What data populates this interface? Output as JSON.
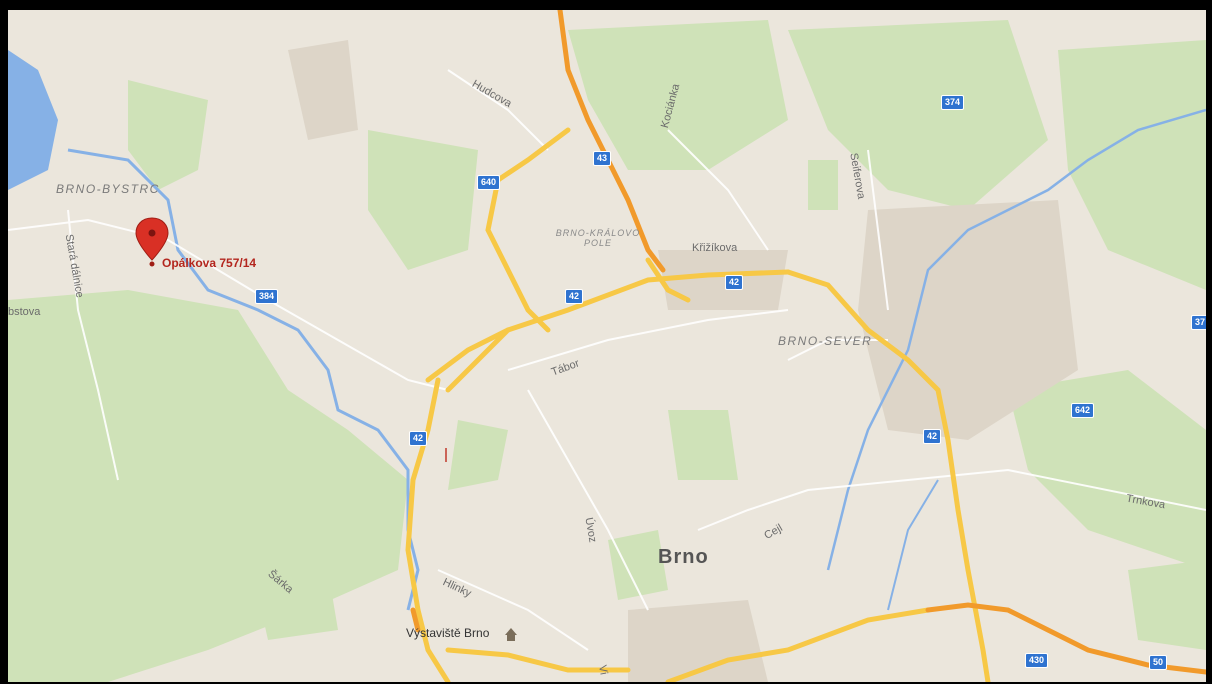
{
  "map": {
    "city_label": "Brno",
    "district_labels": {
      "bystrc": "BRNO-BYSTRC",
      "sever": "BRNO-SEVER",
      "kralovo_pole": "BRNO-KRÁLOVO POLE"
    },
    "pin": {
      "address": "Opálkova 757/14",
      "color": "#d93025"
    },
    "street_labels": {
      "hudcova": "Hudcova",
      "kocianka": "Kociánka",
      "selferova": "Seiferova",
      "krizikova": "Křižíkova",
      "tabor": "Tábor",
      "uvoz": "Úvoz",
      "cejl": "Cejl",
      "trnkova": "Trnkova",
      "hlinky": "Hlinky",
      "sarka": "Šárka",
      "stara_dalnice": "Stará dálnice",
      "obstova": "bstova",
      "vi": "Vi"
    },
    "poi": {
      "vystaviste": "Výstaviště Brno"
    },
    "route_shields": {
      "r374": "374",
      "r43": "43",
      "r640": "640",
      "r42a": "42",
      "r42b": "42",
      "r42c": "42",
      "r42d": "42",
      "r384": "384",
      "r642": "642",
      "r430": "430",
      "r50": "50",
      "r37": "37"
    },
    "colors": {
      "land": "#ebe6dc",
      "park": "#c8dfb0",
      "water": "#86b1e6",
      "major_road": "#f7c846",
      "highway": "#f19a2b",
      "shield": "#2f73d0"
    }
  }
}
